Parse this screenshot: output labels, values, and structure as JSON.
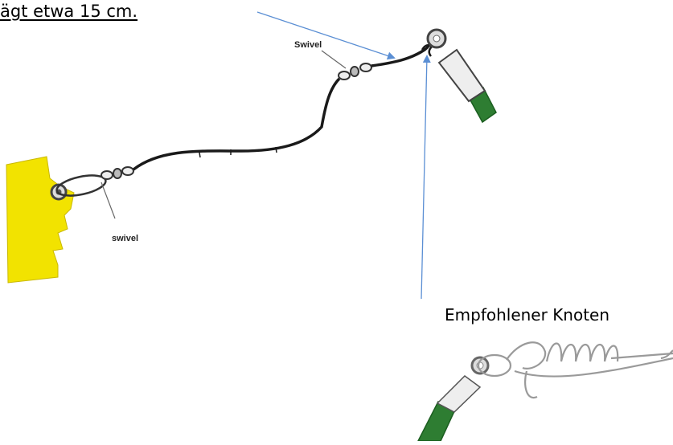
{
  "caption": {
    "text": "ägt etwa 15 cm."
  },
  "labels": {
    "swivel_top": "Swivel",
    "swivel_bottom": "swivel",
    "knot": "Empfohlener Knoten"
  },
  "colors": {
    "line": "#1a1a1a",
    "arrow": "#5b8fd4",
    "rod": "#2e7d32",
    "rod_dark": "#1b5e20",
    "target": "#f2e300",
    "tip": "#eeeeee",
    "knot_line": "#9a9a9a"
  }
}
